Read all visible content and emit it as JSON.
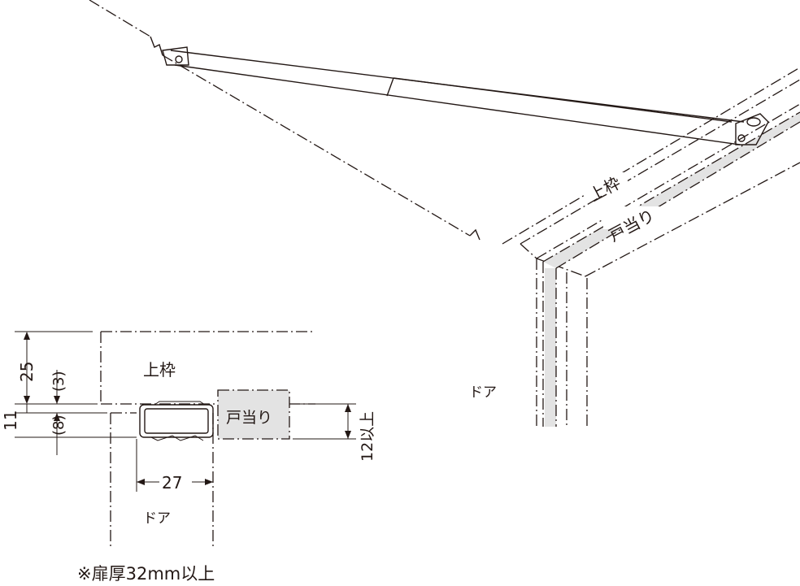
{
  "iso_labels": {
    "frame": "上枠",
    "doorstop": "戸当り",
    "door": "ドア"
  },
  "section_labels": {
    "frame": "上枠",
    "doorstop": "戸当り",
    "door": "ドア"
  },
  "dimensions": {
    "height_total": "25",
    "gap_small": "(3)",
    "arm_thickness": "11",
    "body_height": "(8)",
    "width": "27",
    "stop_height": "12以上"
  },
  "footnote": "※扉厚32mm以上",
  "colors": {
    "line": "#231815",
    "doorstop_fill": "#e3e3e3"
  }
}
